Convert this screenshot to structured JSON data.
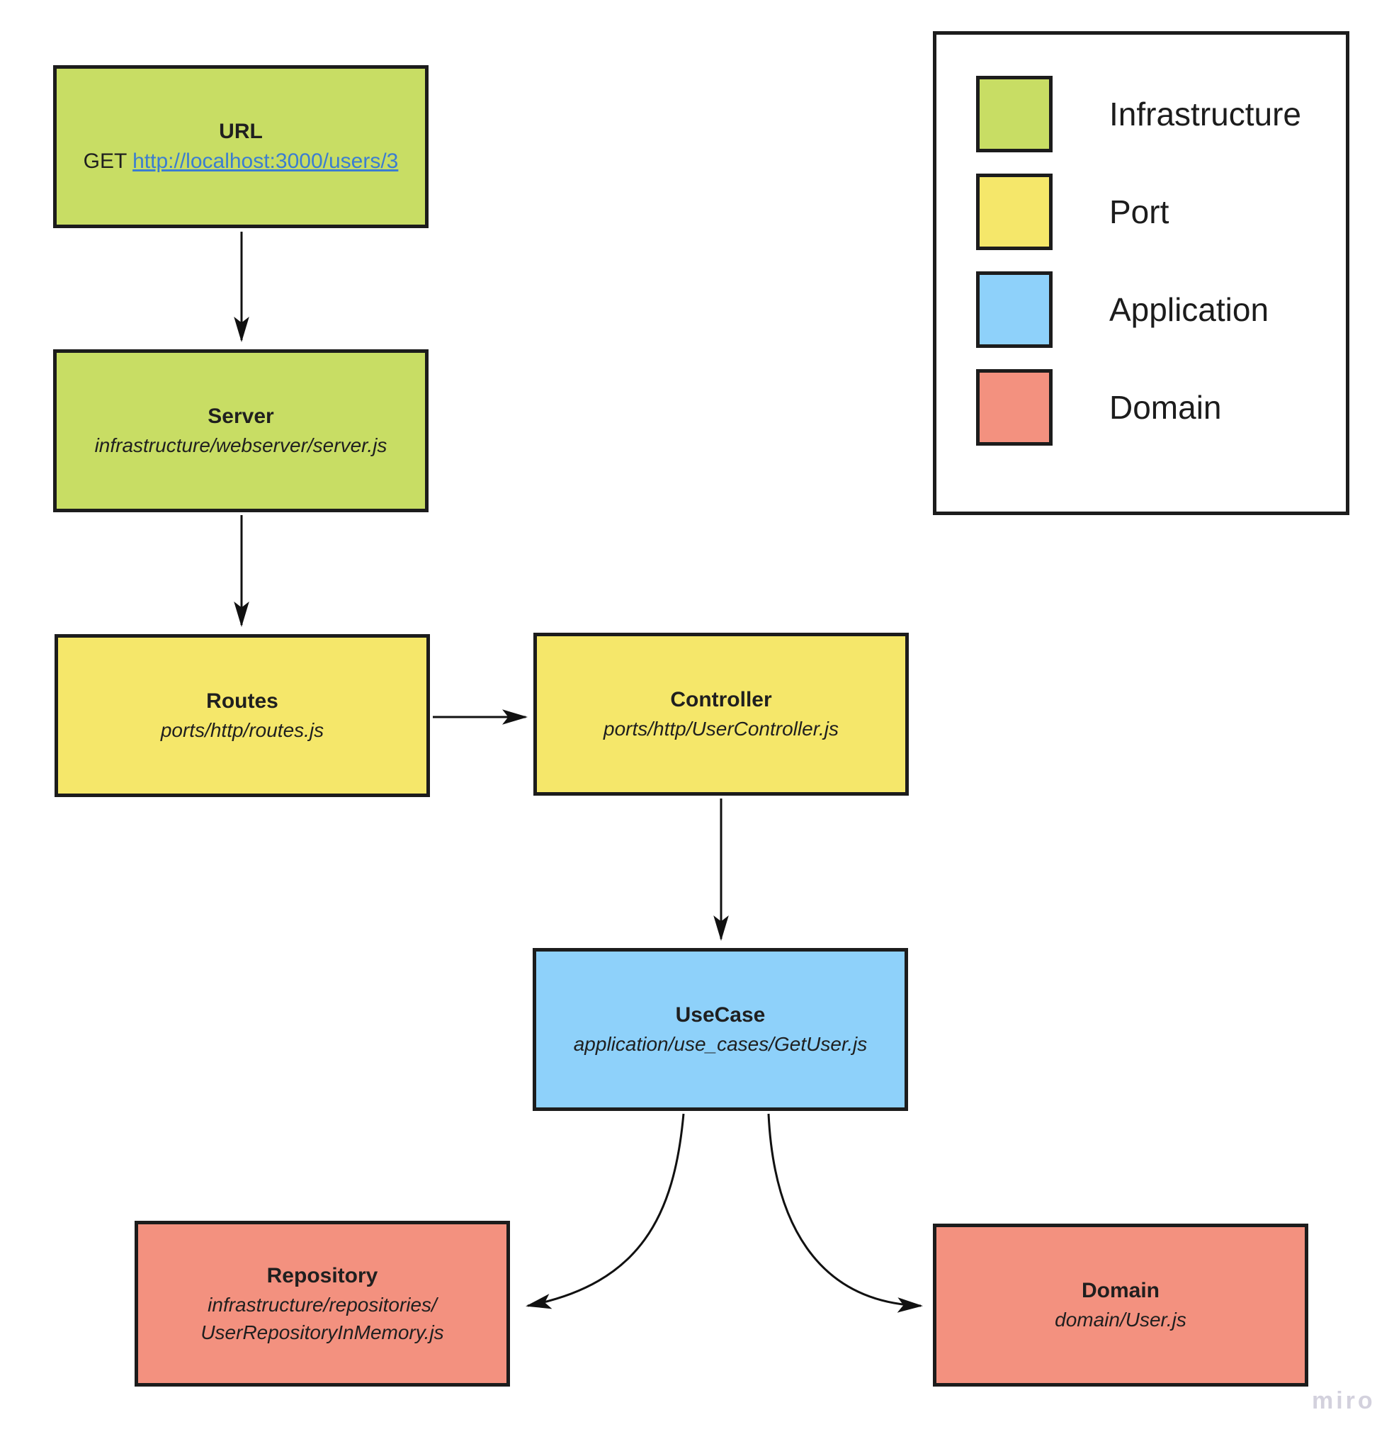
{
  "diagram": {
    "watermark": "miro",
    "link_color": "#3b7dd1",
    "nodes": [
      {
        "id": "url",
        "layer": "Infrastructure",
        "color": "#c8dd64",
        "title": "URL",
        "method": "GET ",
        "link": "http://localhost:3000/users/3"
      },
      {
        "id": "server",
        "layer": "Infrastructure",
        "color": "#c8dd64",
        "title": "Server",
        "path": "infrastructure/webserver/server.js"
      },
      {
        "id": "routes",
        "layer": "Port",
        "color": "#f5e76a",
        "title": "Routes",
        "path": "ports/http/routes.js"
      },
      {
        "id": "controller",
        "layer": "Port",
        "color": "#f5e76a",
        "title": "Controller",
        "path": "ports/http/UserController.js"
      },
      {
        "id": "usecase",
        "layer": "Application",
        "color": "#8ed1fa",
        "title": "UseCase",
        "path": "application/use_cases/GetUser.js"
      },
      {
        "id": "repository",
        "layer": "Domain",
        "color": "#f3917f",
        "title": "Repository",
        "path_line1": "infrastructure/repositories/",
        "path_line2": "UserRepositoryInMemory.js"
      },
      {
        "id": "domain",
        "layer": "Domain",
        "color": "#f3917f",
        "title": "Domain",
        "path": "domain/User.js"
      }
    ],
    "edges": [
      {
        "from": "url",
        "to": "server"
      },
      {
        "from": "server",
        "to": "routes"
      },
      {
        "from": "routes",
        "to": "controller"
      },
      {
        "from": "controller",
        "to": "usecase"
      },
      {
        "from": "usecase",
        "to": "repository"
      },
      {
        "from": "usecase",
        "to": "domain"
      }
    ],
    "legend": {
      "items": [
        {
          "label": "Infrastructure",
          "color": "#c8dd64"
        },
        {
          "label": "Port",
          "color": "#f5e76a"
        },
        {
          "label": "Application",
          "color": "#8ed1fa"
        },
        {
          "label": "Domain",
          "color": "#f3917f"
        }
      ]
    }
  }
}
